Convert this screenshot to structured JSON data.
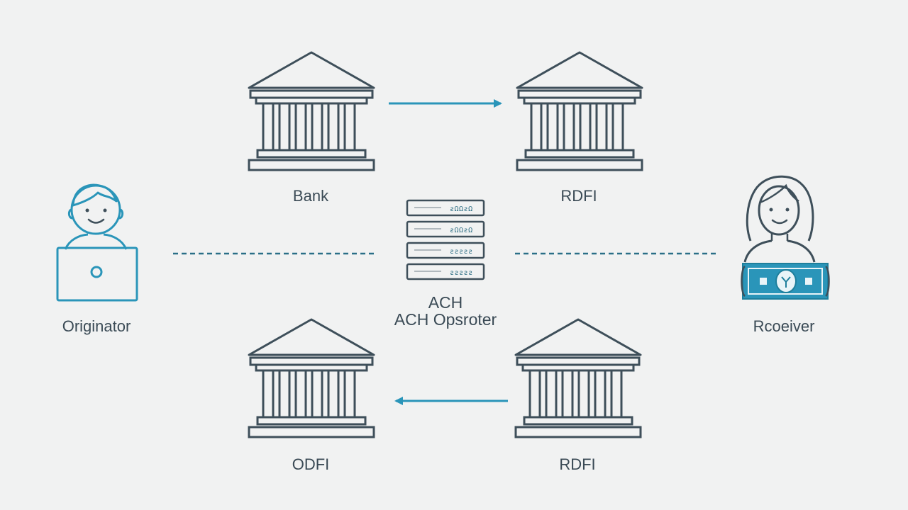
{
  "colors": {
    "background": "#f1f2f2",
    "stroke": "#3e4f5a",
    "accent": "#2a95b9",
    "accent_dark": "#1e7f9c",
    "label_text": "#3a4a55"
  },
  "nodes": {
    "bank_top_left": {
      "label": "Bank",
      "icon": "bank-icon"
    },
    "rdfi_top_right": {
      "label": "RDFI",
      "icon": "bank-icon"
    },
    "odfi_bottom_left": {
      "label": "ODFI",
      "icon": "bank-icon"
    },
    "rdfi_bottom_right": {
      "label": "RDFI",
      "icon": "bank-icon"
    },
    "originator": {
      "label": "Originator",
      "icon": "person-laptop-icon"
    },
    "receiver": {
      "label": "Rcoeiver",
      "icon": "person-cash-icon"
    },
    "ach_operator": {
      "label_line1": "ACH",
      "label_line2": "ACH Opsroter",
      "icon": "server-stack-icon",
      "server_codes": [
        "ƨΩΩƨΩ",
        "ƨΩΩƨΩ",
        "ƨƨƨƨƨ",
        "ƨƨƨƨƨ"
      ]
    }
  },
  "connections": [
    {
      "from": "bank_top_left",
      "to": "rdfi_top_right",
      "style": "solid-arrow"
    },
    {
      "from": "rdfi_bottom_right",
      "to": "odfi_bottom_left",
      "style": "solid-arrow"
    },
    {
      "from": "originator",
      "to": "ach_operator",
      "style": "dashed"
    },
    {
      "from": "ach_operator",
      "to": "receiver",
      "style": "dashed"
    }
  ]
}
